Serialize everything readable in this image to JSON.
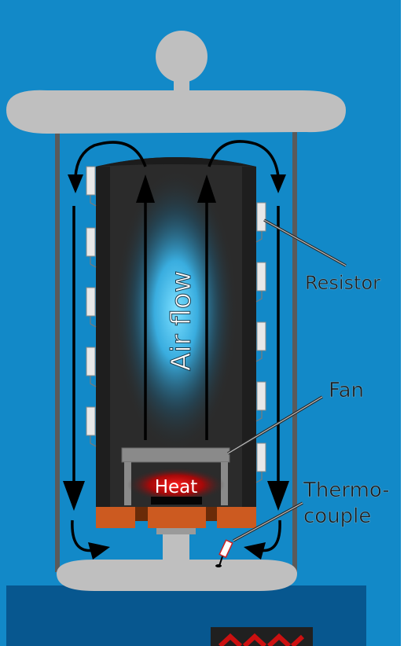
{
  "labels": {
    "air_flow": "Air flow",
    "heat": "Heat",
    "resistor": "Resistor",
    "fan": "Fan",
    "thermocouple_line1": "Thermo-",
    "thermocouple_line2": "couple"
  },
  "colors": {
    "background": "#1289c8",
    "base": "#07578f",
    "lid": "#bfbfbf",
    "cylinder": "#2b2b2b",
    "airflow_glow": "#5fd2ff",
    "heat_glow": "#d40000",
    "insulation": "#cc5a20",
    "display": "#202020",
    "display_segments": "#cc1010",
    "label_text": "#1c1c1c"
  },
  "icons": {
    "resistor": "resistor-icon",
    "fan": "fan-icon",
    "thermocouple": "thermocouple-icon",
    "display": "segment-display-icon"
  }
}
